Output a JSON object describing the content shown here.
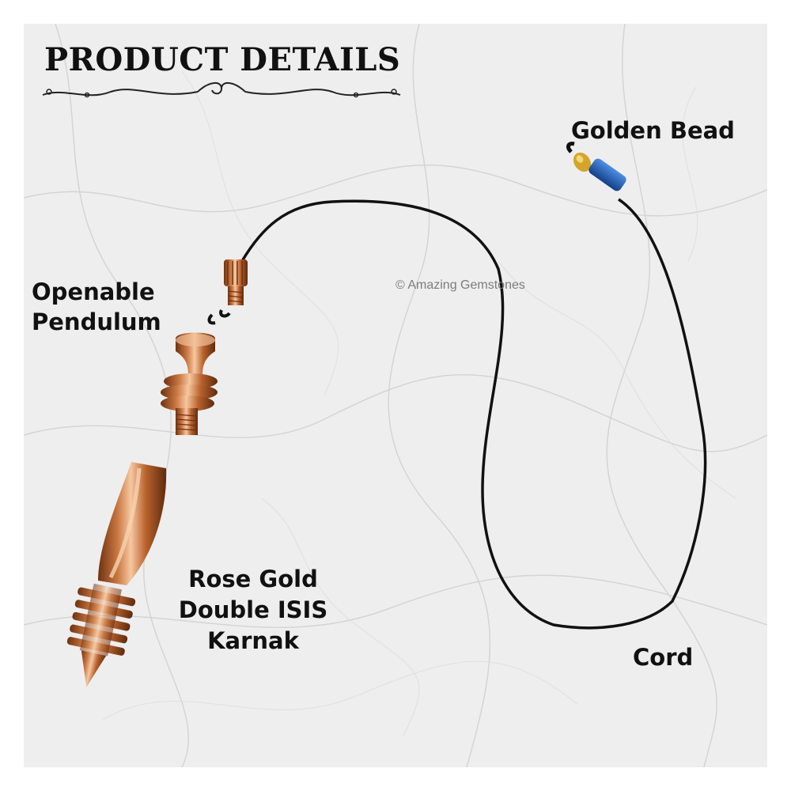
{
  "heading": {
    "title": "PRODUCT DETAILS"
  },
  "watermark": "© Amazing Gemstones",
  "labels": {
    "golden_bead": "Golden Bead",
    "openable_pendulum_line1": "Openable",
    "openable_pendulum_line2": "Pendulum",
    "product_name_line1": "Rose Gold",
    "product_name_line2": "Double ISIS",
    "product_name_line3": "Karnak",
    "cord": "Cord"
  },
  "colors": {
    "background": "#efefef",
    "marble_vein": "#d4d4d4",
    "rose_gold": "#c8763f",
    "rose_gold_dark": "#7a3a16",
    "rose_gold_light": "#f6c7a0",
    "cord": "#111111",
    "cord_sleeve": "#1f5fb8",
    "bead_gold": "#d4a529",
    "text": "#111111"
  }
}
